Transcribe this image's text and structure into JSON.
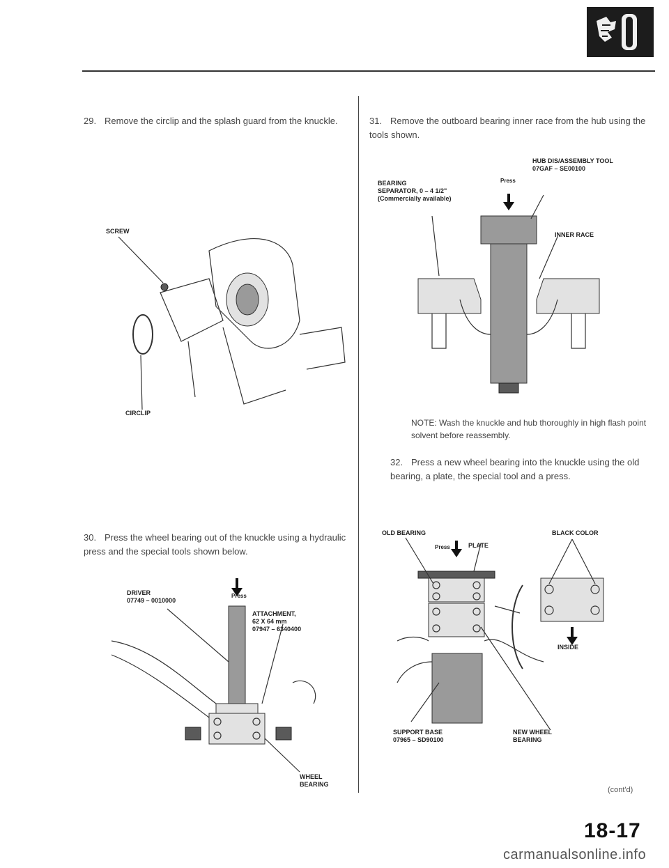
{
  "steps": {
    "s29": {
      "num": "29.",
      "text": "Remove the circlip and the splash guard from the knuckle."
    },
    "s30": {
      "num": "30.",
      "text": "Press the wheel bearing out of the knuckle using a hydraulic press and the special tools shown below."
    },
    "s31": {
      "num": "31.",
      "text": "Remove the outboard bearing inner race from the hub using the tools shown."
    },
    "s32": {
      "num": "32.",
      "text": "Press a new wheel bearing into the knuckle using the old bearing, a plate, the special tool and a press."
    }
  },
  "note": "NOTE: Wash the knuckle and hub thoroughly in high flash point solvent before reassembly.",
  "fig1": {
    "screw": "SCREW",
    "circlip": "CIRCLIP"
  },
  "fig2": {
    "driver_1": "DRIVER",
    "driver_2": "07749 – 0010000",
    "press": "Press",
    "attachment_1": "ATTACHMENT,",
    "attachment_2": "62 X 64 mm",
    "attachment_3": "07947 – 6340400",
    "wheel_bearing_1": "WHEEL",
    "wheel_bearing_2": "BEARING"
  },
  "fig3": {
    "hub_tool_1": "HUB DIS/ASSEMBLY TOOL",
    "hub_tool_2": "07GAF – SE00100",
    "press": "Press",
    "bearing_sep_1": "BEARING",
    "bearing_sep_2": "SEPARATOR, 0 – 4 1/2\"",
    "bearing_sep_3": "(Commercially available)",
    "inner_race": "INNER RACE"
  },
  "fig4": {
    "old_bearing": "OLD BEARING",
    "press": "Press",
    "plate": "PLATE",
    "black_color": "BLACK COLOR",
    "inside": "INSIDE",
    "support_base_1": "SUPPORT BASE",
    "support_base_2": "07965 – SD90100",
    "new_bearing_1": "NEW WHEEL",
    "new_bearing_2": "BEARING"
  },
  "footer": {
    "contd": "(cont'd)",
    "page_number": "18-17",
    "watermark": "carmanualsonline.info"
  }
}
